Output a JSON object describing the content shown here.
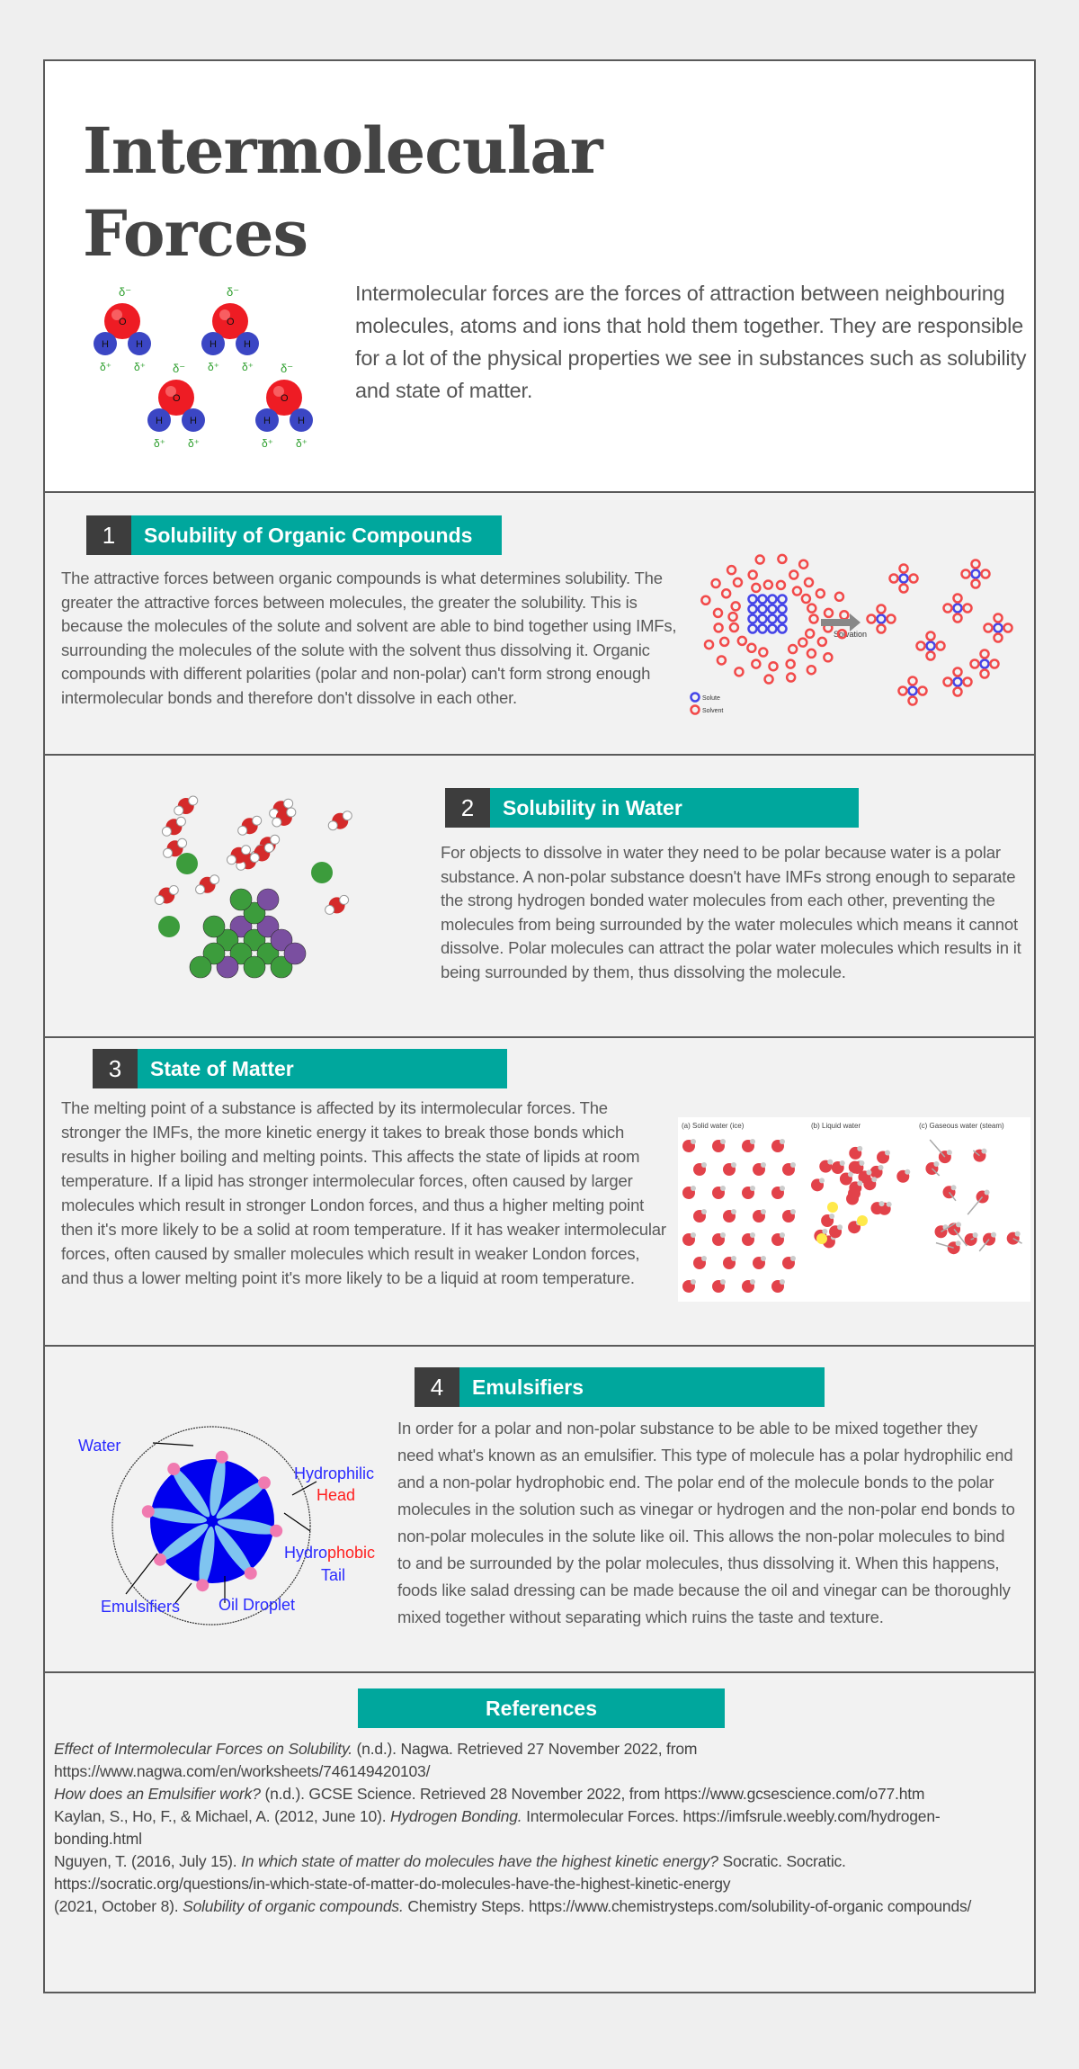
{
  "header": {
    "title_line1": "Intermolecular",
    "title_line2": "Forces",
    "intro": "Intermolecular forces are the forces of attraction between neighbouring molecules, atoms and ions that hold them together. They are responsible for a lot of the physical properties we see in substances such as solubility and state of matter.",
    "image_labels": {
      "oxygen": "O",
      "hydrogen": "H",
      "delta_minus": "δ⁻",
      "delta_plus": "δ⁺"
    }
  },
  "sections": [
    {
      "number": "1",
      "title": "Solubility of Organic Compounds",
      "text": "The attractive forces between organic compounds is what determines solubility. The greater the attractive forces between molecules, the greater the solubility. This is because the molecules of the solute and solvent are able to bind together using IMFs, surrounding the molecules of the solute with the solvent thus dissolving it. Organic compounds with different polarities (polar and non-polar) can't form strong enough intermolecular bonds and therefore don't dissolve in each other.",
      "image_labels": {
        "arrow": "Solvation",
        "legend_solute": "Solute",
        "legend_solvent": "Solvent"
      }
    },
    {
      "number": "2",
      "title": "Solubility in Water",
      "text": "For objects to dissolve in water they need to be polar because water is a polar substance. A non-polar substance doesn't have IMFs strong enough to separate the strong hydrogen bonded water molecules from each other, preventing the molecules from being surrounded by the water molecules which means it cannot dissolve. Polar molecules can attract the polar water molecules which results in it being surrounded by them, thus dissolving the molecule."
    },
    {
      "number": "3",
      "title": "State of Matter",
      "text": "The melting point of a substance is affected by its intermolecular forces. The stronger the IMFs, the more kinetic energy it takes to break those bonds which results in higher boiling and melting points. This affects the state of lipids at room temperature. If a lipid has stronger intermolecular forces, often caused by larger molecules which result in stronger London forces, and thus a higher melting point then it's more likely to be a solid at room temperature. If it has weaker intermolecular forces, often caused by smaller molecules which result in weaker London forces, and thus a lower melting point it's more likely to be a liquid at room temperature.",
      "image_labels": {
        "solid": "(a) Solid water (ice)",
        "liquid": "(b) Liquid water",
        "gas": "(c) Gaseous water (steam)"
      }
    },
    {
      "number": "4",
      "title": "Emulsifiers",
      "text": "In order for a polar and non-polar substance to be able to be mixed together they need what's known as an emulsifier. This type of molecule has a polar hydrophilic end and a non-polar hydrophobic end. The polar end of the molecule bonds to the polar molecules in the solution such as vinegar or hydrogen and the non-polar end bonds to non-polar molecules in the solute like oil. This allows the non-polar molecules to bind to and be surrounded by the polar molecules, thus dissolving it. When this happens, foods like salad dressing can be made because the oil and vinegar can be thoroughly mixed together without separating which ruins the taste and texture.",
      "image_labels": {
        "water": "Water",
        "hydrophilic": "Hydrophilic",
        "head": "Head",
        "hydro": "Hydro",
        "phobic": "phobic",
        "tail": "Tail",
        "emulsifiers": "Emulsifiers",
        "oil_droplet": "Oil Droplet"
      }
    }
  ],
  "references": {
    "title": "References",
    "entries": [
      {
        "pre": "",
        "italic": "Effect of Intermolecular Forces on Solubility.",
        "post": " (n.d.). Nagwa. Retrieved 27 November 2022, from https://www.nagwa.com/en/worksheets/746149420103/"
      },
      {
        "pre": "",
        "italic": "How does an Emulsifier work?",
        "post": " (n.d.). GCSE Science. Retrieved 28 November 2022, from https://www.gcsescience.com/o77.htm"
      },
      {
        "pre": "Kaylan, S., Ho, F., & Michael, A. (2012, June 10). ",
        "italic": "Hydrogen Bonding.",
        "post": " Intermolecular Forces. https://imfsrule.weebly.com/hydrogen-bonding.html"
      },
      {
        "pre": "Nguyen, T. (2016, July 15). ",
        "italic": "In which state of matter do molecules have the highest kinetic energy?",
        "post": "  Socratic. Socratic. https://socratic.org/questions/in-which-state-of-matter-do-molecules-have-the-highest-kinetic-energy"
      },
      {
        "pre": "(2021, October 8). ",
        "italic": "Solubility of organic compounds.",
        "post": " Chemistry Steps. https://www.chemistrysteps.com/solubility-of-organic compounds/"
      }
    ]
  },
  "colors": {
    "teal": "#00a79d",
    "badge_dark": "#3d3d3d",
    "text": "#5a5a5a",
    "title": "#444444"
  }
}
